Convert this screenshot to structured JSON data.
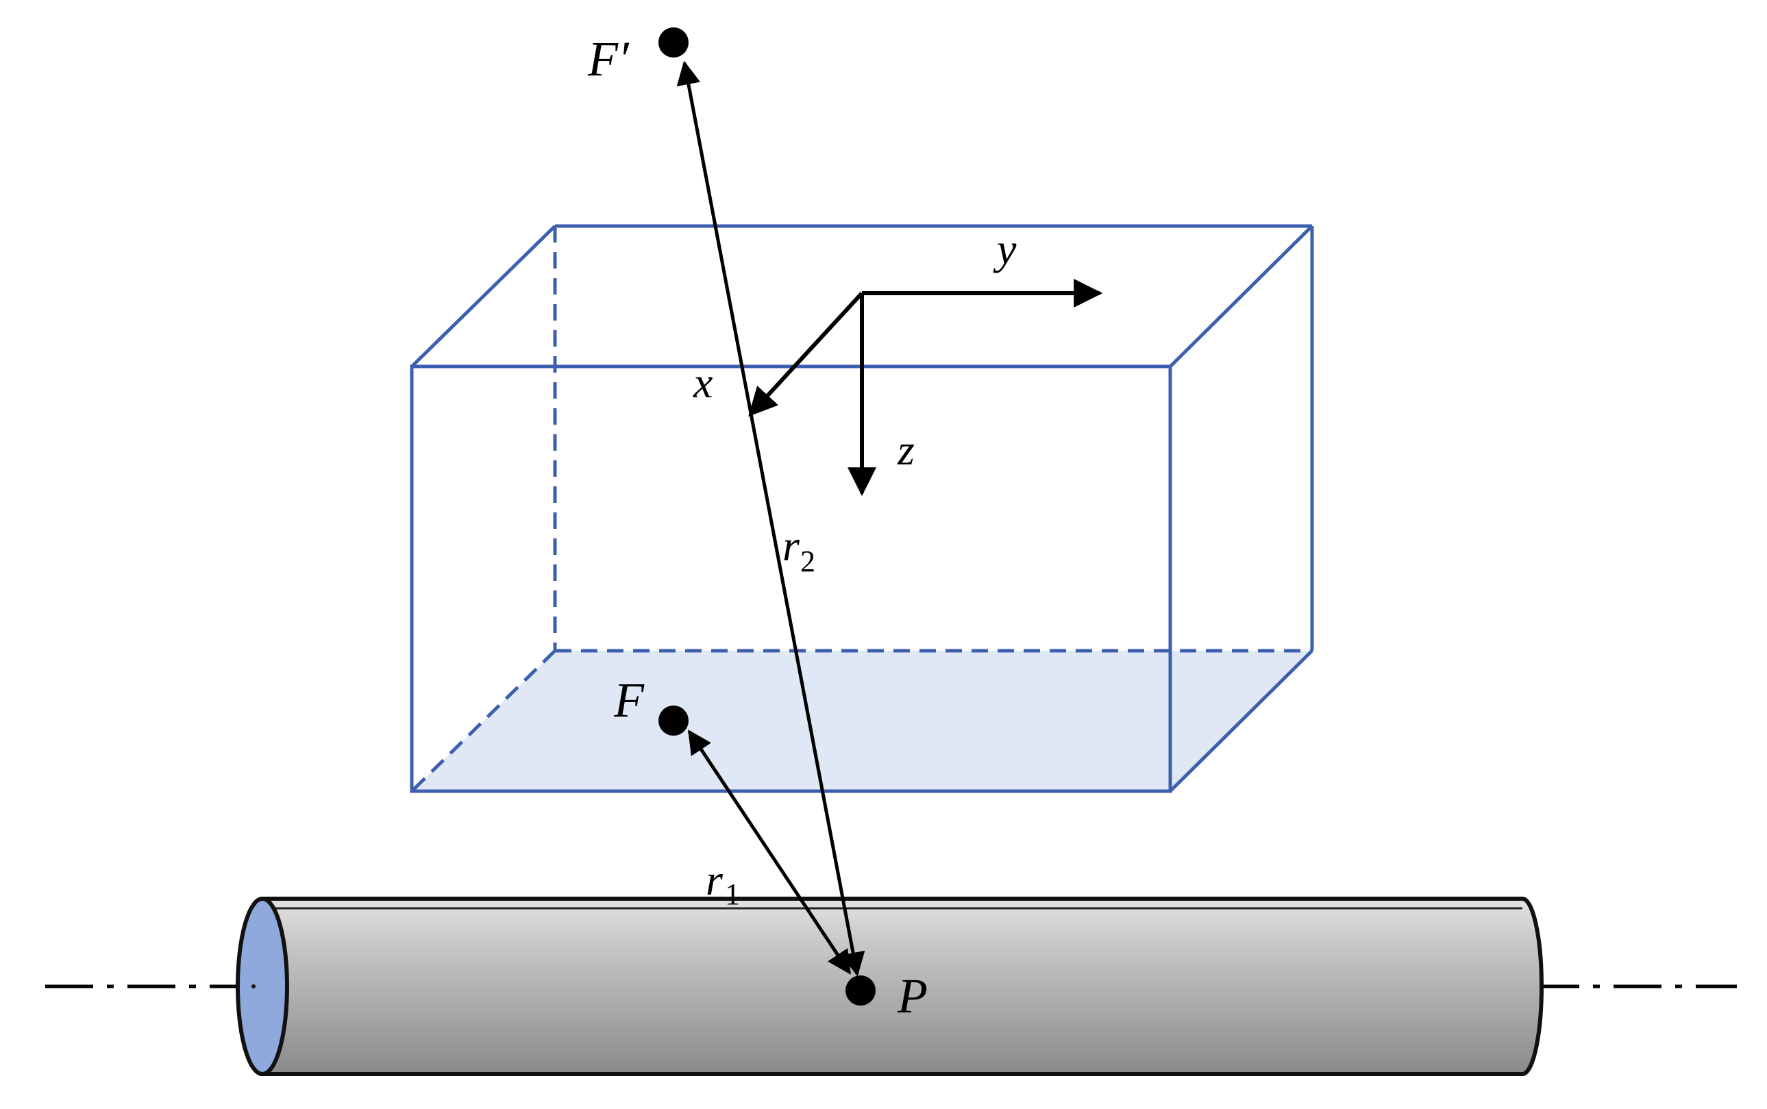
{
  "labels": {
    "f_prime": "F′",
    "f": "F",
    "p": "P",
    "x": "x",
    "y": "y",
    "z": "z",
    "r1_base": "r",
    "r1_sub": "1",
    "r2_base": "r",
    "r2_sub": "2"
  },
  "colors": {
    "box_edge": "#3d5faf",
    "box_floor": "#e1e8f5",
    "cylinder_end": "#8fa9dc",
    "cylinder_body_top": "#dcdcdc",
    "cylinder_body_bottom": "#8a8a8a",
    "ink": "#000000"
  }
}
